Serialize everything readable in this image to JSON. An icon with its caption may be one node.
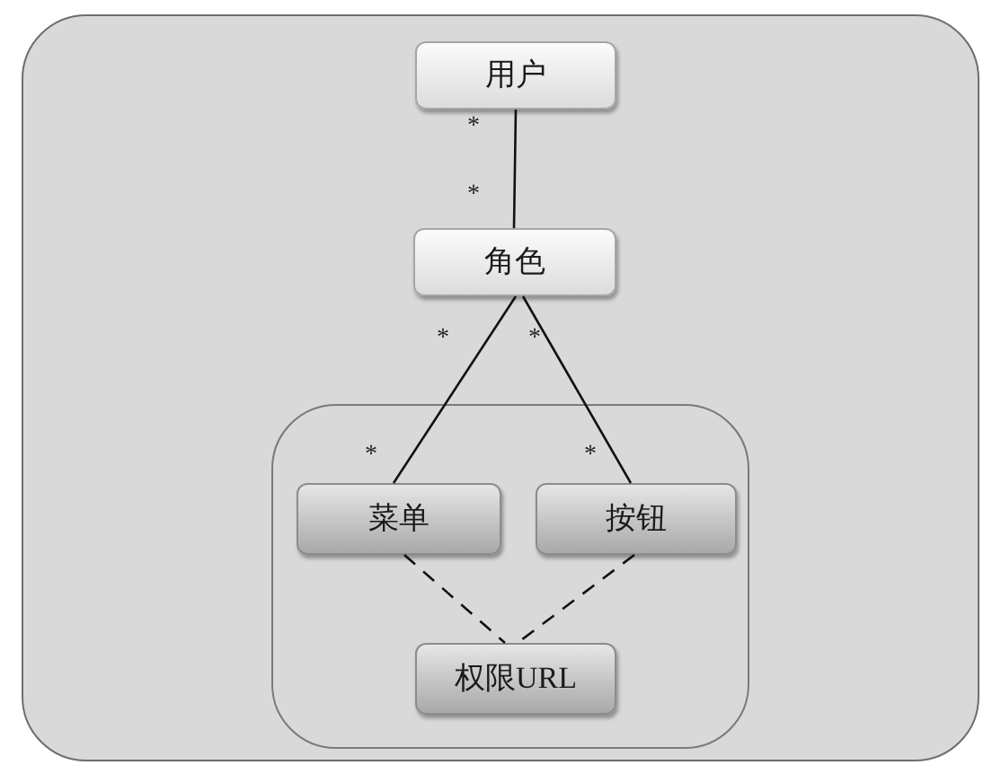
{
  "diagram": {
    "nodes": [
      {
        "text": [],
        "shape": "box"
      },
      {
        "text": [
          "用户"
        ],
        "in": 0
      },
      {
        "text": [
          "角色"
        ],
        "in": 0
      },
      {
        "text": [],
        "shape": "box",
        "in": 0
      },
      {
        "text": [
          "菜单"
        ],
        "in": 3
      },
      {
        "text": [
          "按钮"
        ],
        "in": 3
      },
      {
        "text": [
          "权限URL"
        ],
        "in": 3
      }
    ],
    "edges": [
      {
        "from": 1,
        "to": 2,
        "arrow": "none"
      },
      {
        "from": 2,
        "to": 4,
        "arrow": "none"
      },
      {
        "from": 2,
        "to": 5,
        "arrow": "none"
      },
      {
        "from": 4,
        "to": 6,
        "arrow": "none",
        "style": "dashed"
      },
      {
        "from": 5,
        "to": 6,
        "arrow": "none",
        "style": "dashed"
      }
    ],
    "labels": [
      "*",
      "*",
      "*",
      "*",
      "*",
      "*"
    ]
  }
}
